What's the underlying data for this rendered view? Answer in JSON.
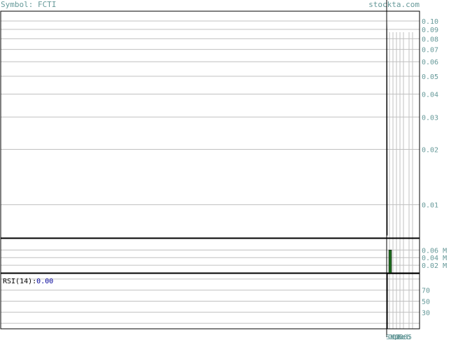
{
  "header": {
    "symbol_prefix": "Symbol:",
    "symbol": "FCTI",
    "site": "stockta.com"
  },
  "rsi_label": {
    "name": "RSI(14):",
    "value": "0.00"
  },
  "colors": {
    "axis_text": "#669999",
    "grid": "#c0c0c0",
    "frame": "#000000",
    "volume_bar": "#1e6b1e",
    "rsi_value": "#000099"
  },
  "chart_data": [
    {
      "panel": "price",
      "type": "line",
      "scale": "log",
      "ylim": [
        0.0066,
        0.113
      ],
      "yticks": [
        0.1,
        0.09,
        0.08,
        0.07,
        0.06,
        0.05,
        0.04,
        0.03,
        0.02,
        0.01
      ],
      "ytick_labels": [
        "0.10",
        "0.09",
        "0.08",
        "0.07",
        "0.06",
        "0.05",
        "0.04",
        "0.03",
        "0.02",
        "0.01"
      ],
      "series": [
        {
          "values": [
            0.1,
            0.09,
            0.05,
            0.02,
            0.0068
          ]
        }
      ],
      "grid": true
    },
    {
      "panel": "volume",
      "type": "bar",
      "unit": "M",
      "ylim": [
        0,
        0.09
      ],
      "yticks": [
        0.06,
        0.04,
        0.02
      ],
      "ytick_labels": [
        "0.06 M",
        "0.04 M",
        "0.02 M"
      ],
      "values": [
        0.06
      ],
      "grid": true
    },
    {
      "panel": "rsi",
      "type": "line",
      "ylim": [
        0,
        100
      ],
      "yticks": [
        70,
        50,
        30
      ],
      "ytick_labels": [
        "70",
        "50",
        "30"
      ],
      "series": [
        {
          "values": [
            0.0
          ]
        }
      ],
      "grid": true
    }
  ],
  "x_axis": {
    "labels": [
      "Sep",
      "Oct",
      "Nov",
      "Dec",
      "2005",
      "Feb"
    ],
    "label": ""
  }
}
